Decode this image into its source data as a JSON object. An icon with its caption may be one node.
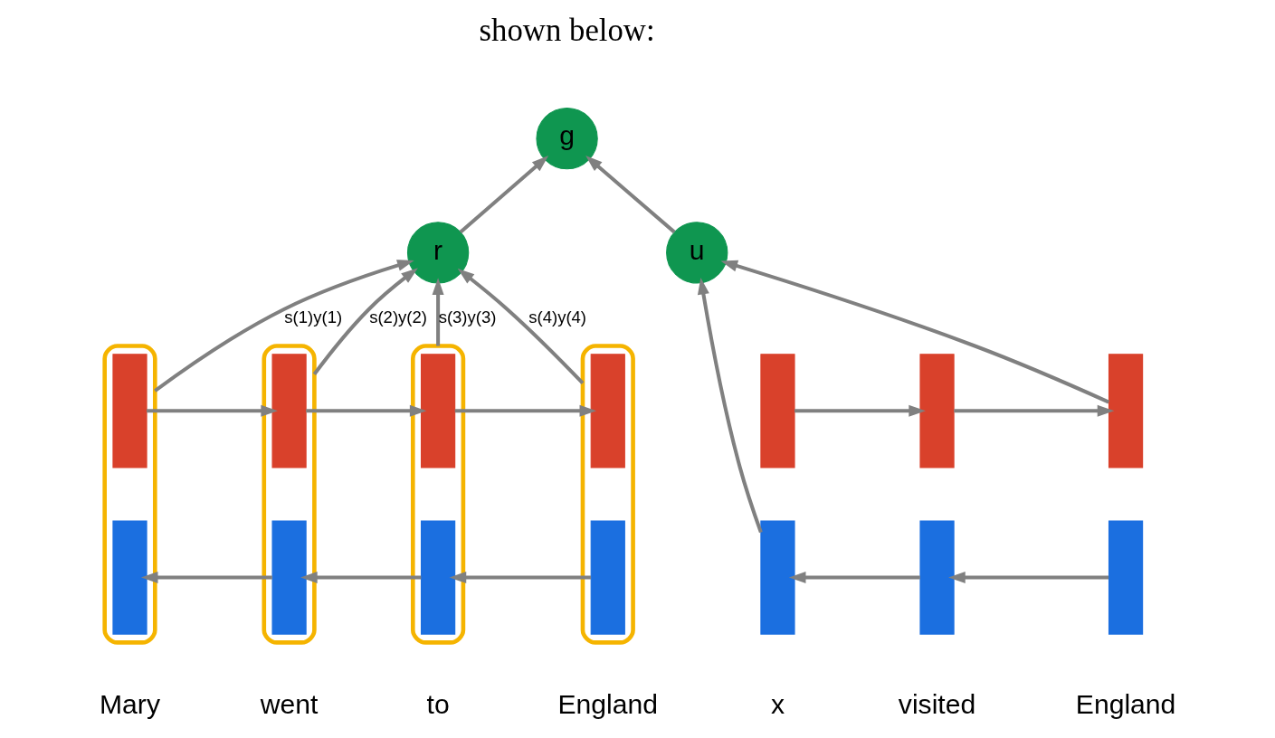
{
  "diagram": {
    "nodes": [
      {
        "text": [
          "g"
        ]
      },
      {
        "text": [
          "r"
        ]
      },
      {
        "text": [
          "u"
        ]
      },
      {
        "text": [],
        "shape": "box"
      },
      {
        "text": [],
        "shape": "bar",
        "in": 3
      },
      {
        "text": [],
        "shape": "bar",
        "in": 3
      },
      {
        "text": [],
        "shape": "box"
      },
      {
        "text": [],
        "shape": "bar",
        "in": 6
      },
      {
        "text": [],
        "shape": "bar",
        "in": 6
      },
      {
        "text": [],
        "shape": "box"
      },
      {
        "text": [],
        "shape": "bar",
        "in": 9
      },
      {
        "text": [],
        "shape": "bar",
        "in": 9
      },
      {
        "text": [],
        "shape": "box"
      },
      {
        "text": [],
        "shape": "bar",
        "in": 12
      },
      {
        "text": [],
        "shape": "bar",
        "in": 12
      },
      {
        "text": [],
        "shape": "bar"
      },
      {
        "text": [],
        "shape": "bar"
      },
      {
        "text": [],
        "shape": "bar"
      },
      {
        "text": [],
        "shape": "bar"
      },
      {
        "text": [],
        "shape": "bar"
      },
      {
        "text": [],
        "shape": "bar"
      }
    ],
    "edges": [
      {
        "from": 1,
        "to": 0,
        "arrow": "to"
      },
      {
        "from": 2,
        "to": 0,
        "arrow": "to"
      },
      {
        "from": 3,
        "to": 1,
        "arrow": "to",
        "label": "s(1)y(1)"
      },
      {
        "from": 6,
        "to": 1,
        "arrow": "to",
        "label": "s(2)y(2)"
      },
      {
        "from": 9,
        "to": 1,
        "arrow": "to",
        "label": "s(3)y(3)"
      },
      {
        "from": 12,
        "to": 1,
        "arrow": "to",
        "label": "s(4)y(4)"
      },
      {
        "from": 4,
        "to": 7,
        "arrow": "to"
      },
      {
        "from": 7,
        "to": 10,
        "arrow": "to"
      },
      {
        "from": 10,
        "to": 13,
        "arrow": "to"
      },
      {
        "from": 8,
        "to": 5,
        "arrow": "to"
      },
      {
        "from": 11,
        "to": 8,
        "arrow": "to"
      },
      {
        "from": 14,
        "to": 11,
        "arrow": "to"
      },
      {
        "from": 16,
        "to": 2,
        "arrow": "to"
      },
      {
        "from": 19,
        "to": 2,
        "arrow": "to"
      },
      {
        "from": 15,
        "to": 17,
        "arrow": "to"
      },
      {
        "from": 17,
        "to": 19,
        "arrow": "to"
      },
      {
        "from": 18,
        "to": 16,
        "arrow": "to"
      },
      {
        "from": 20,
        "to": 18,
        "arrow": "to"
      }
    ],
    "labels": [
      "shown below:",
      "Mary",
      "went",
      "to",
      "England",
      "x",
      "visited",
      "England"
    ]
  }
}
